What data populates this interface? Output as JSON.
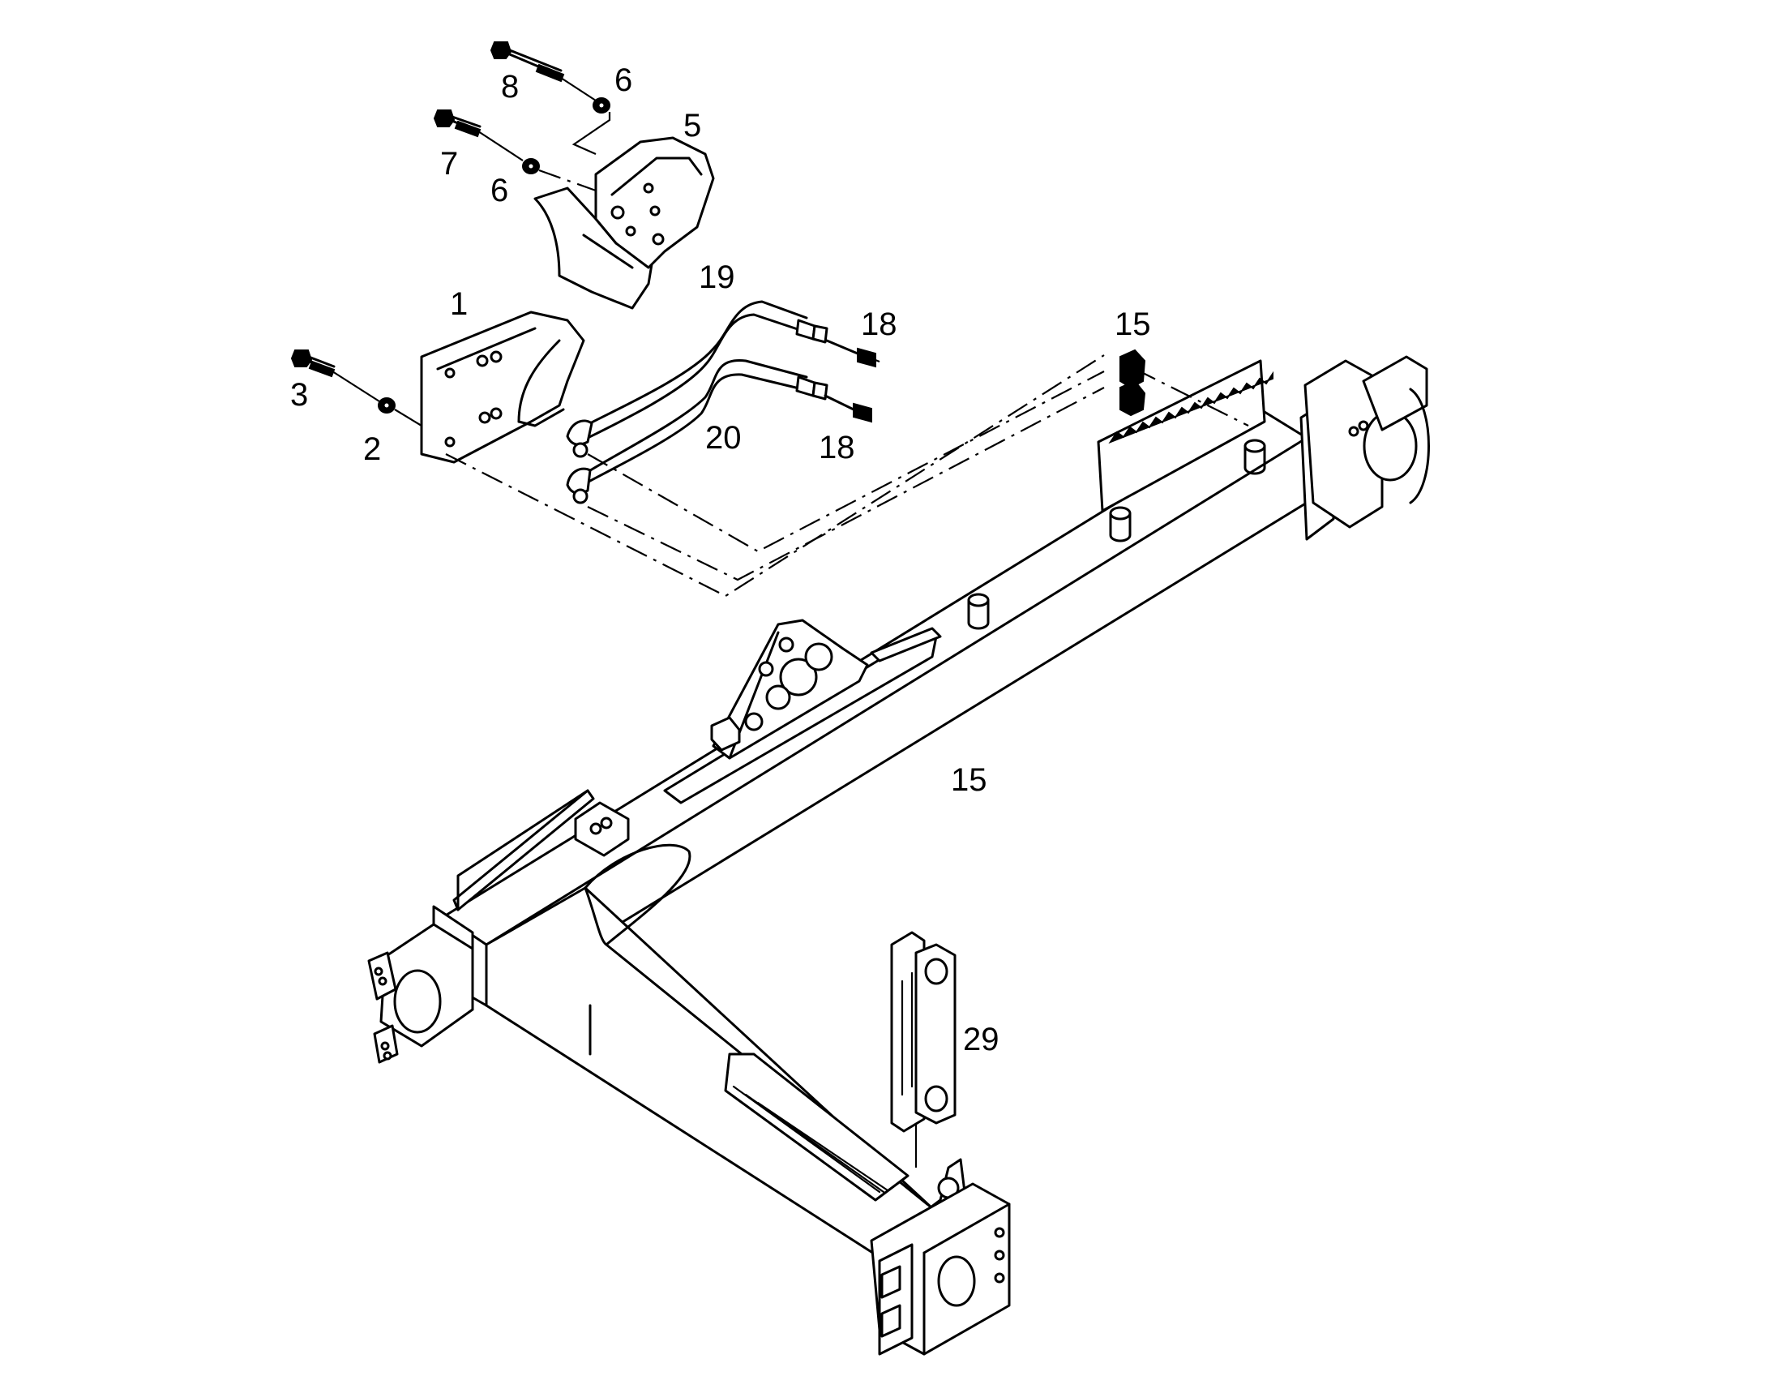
{
  "diagram": {
    "callouts": [
      {
        "id": "c8",
        "label": "8"
      },
      {
        "id": "c6a",
        "label": "6"
      },
      {
        "id": "c5",
        "label": "5"
      },
      {
        "id": "c7",
        "label": "7"
      },
      {
        "id": "c6b",
        "label": "6"
      },
      {
        "id": "c19",
        "label": "19"
      },
      {
        "id": "c1",
        "label": "1"
      },
      {
        "id": "c18a",
        "label": "18"
      },
      {
        "id": "c15a",
        "label": "15"
      },
      {
        "id": "c3",
        "label": "3"
      },
      {
        "id": "c2",
        "label": "2"
      },
      {
        "id": "c20",
        "label": "20"
      },
      {
        "id": "c18b",
        "label": "18"
      },
      {
        "id": "c15b",
        "label": "15"
      },
      {
        "id": "c29",
        "label": "29"
      }
    ]
  }
}
